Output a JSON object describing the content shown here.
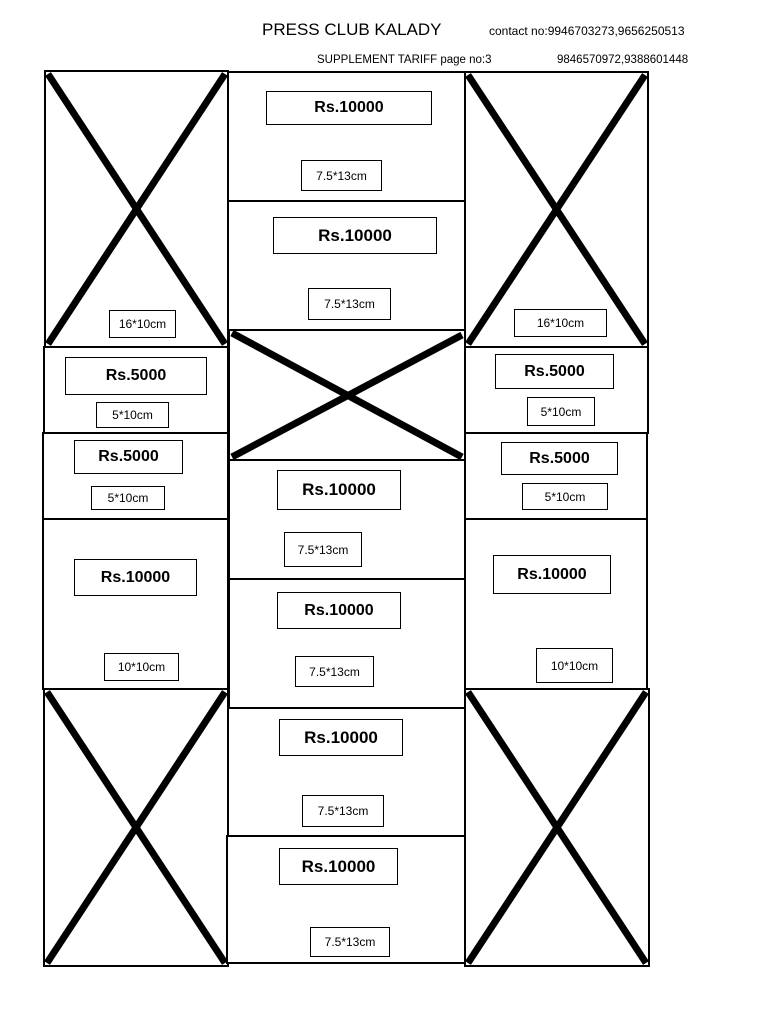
{
  "header": {
    "title": "PRESS CLUB KALADY",
    "contact": "contact no:9946703273,9656250513",
    "subtitle": "SUPPLEMENT TARIFF   page no:3",
    "contact2": "9846570972,9388601448"
  },
  "left_column": {
    "slot1_size": "16*10cm",
    "slot2_price": "Rs.5000",
    "slot2_size": "5*10cm",
    "slot3_price": "Rs.5000",
    "slot3_size": "5*10cm",
    "slot4_price": "Rs.10000",
    "slot4_size": "10*10cm"
  },
  "center_column": {
    "slot1_price": "Rs.10000",
    "slot1_size": "7.5*13cm",
    "slot2_price": "Rs.10000",
    "slot2_size": "7.5*13cm",
    "slot4_price": "Rs.10000",
    "slot4_size": "7.5*13cm",
    "slot5_price": "Rs.10000",
    "slot5_size": "7.5*13cm",
    "slot6_price": "Rs.10000",
    "slot6_size": "7.5*13cm",
    "slot7_price": "Rs.10000",
    "slot7_size": "7.5*13cm"
  },
  "right_column": {
    "slot1_size": "16*10cm",
    "slot2_price": "Rs.5000",
    "slot2_size": "5*10cm",
    "slot3_price": "Rs.5000",
    "slot3_size": "5*10cm",
    "slot4_price": "Rs.10000",
    "slot4_size": "10*10cm"
  }
}
